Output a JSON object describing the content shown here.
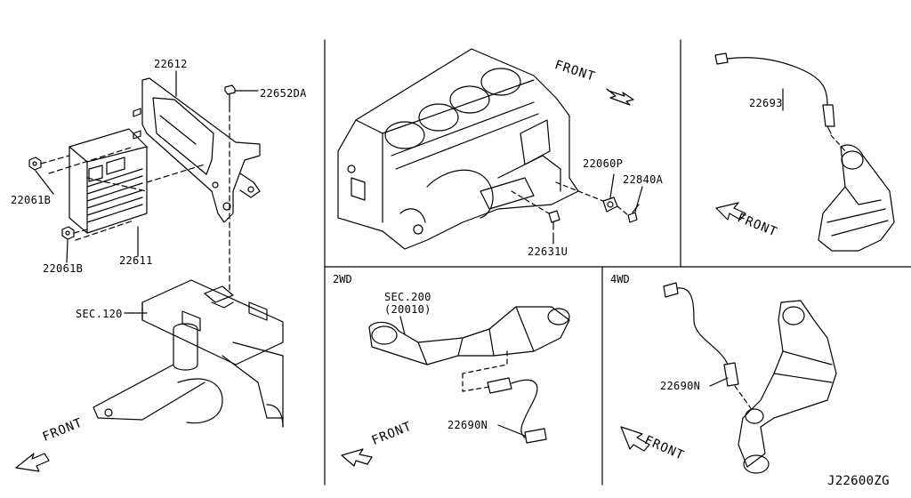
{
  "labels": {
    "p22612": "22612",
    "p22652DA": "22652DA",
    "p22061B_a": "22061B",
    "p22061B_b": "22061B",
    "p22611": "22611",
    "sec120": "SEC.120",
    "front_bl": "FRONT",
    "front_engine": "FRONT",
    "p22060P": "22060P",
    "p22840A": "22840A",
    "p22631U": "22631U",
    "p22693": "22693",
    "front_tr": "FRONT",
    "tag2wd": "2WD",
    "sec200": "SEC.200",
    "sec200sub": "(20010)",
    "p22690N_2wd": "22690N",
    "front_2wd": "FRONT",
    "tag4wd": "4WD",
    "p22690N_4wd": "22690N",
    "front_4wd": "FRONT",
    "diagram_id": "J22600ZG"
  }
}
